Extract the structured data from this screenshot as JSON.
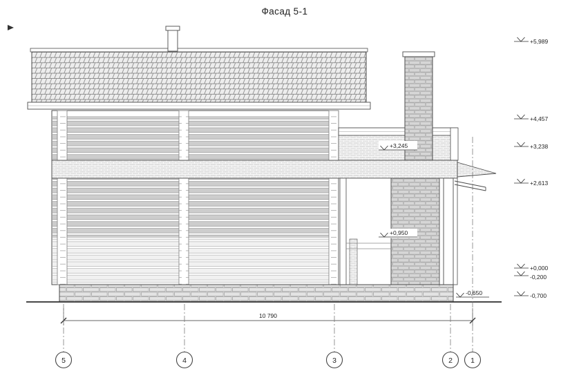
{
  "title": "Фасад 5-1",
  "levels": {
    "right": [
      {
        "value": "+5,989"
      },
      {
        "value": "+4,457"
      },
      {
        "value": "+3,238"
      },
      {
        "value": "+2,613"
      },
      {
        "value": "+0,000"
      },
      {
        "value": "-0,200"
      },
      {
        "value": "-0,700"
      }
    ],
    "inner": [
      {
        "value": "+3,245"
      },
      {
        "value": "+0,950"
      },
      {
        "value": "-0,650"
      }
    ]
  },
  "dimensions": {
    "overall_width": "10 790"
  },
  "axes": [
    {
      "label": "5"
    },
    {
      "label": "4"
    },
    {
      "label": "3"
    },
    {
      "label": "2"
    },
    {
      "label": "1"
    }
  ]
}
